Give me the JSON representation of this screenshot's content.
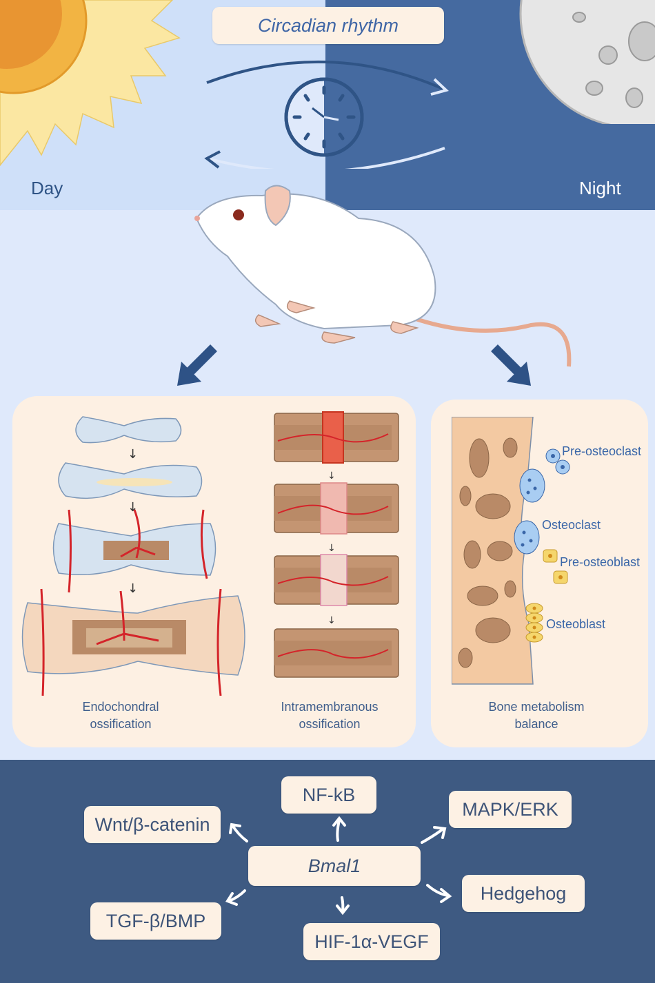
{
  "header": {
    "title": "Circadian rhythm",
    "day_label": "Day",
    "night_label": "Night"
  },
  "panels": {
    "endochondral_caption": "Endochondral\nossification",
    "intramembranous_caption": "Intramembranous\nossification",
    "metabolism_caption": "Bone metabolism\nbalance",
    "cells": [
      "Pre-osteoclast",
      "Osteoclast",
      "Pre-osteoblast",
      "Osteoblast"
    ]
  },
  "pathways": {
    "center": "Bmal1",
    "nodes": [
      "NF-kB",
      "Wnt/β-catenin",
      "MAPK/ERK",
      "Hedgehog",
      "TGF-β/BMP",
      "HIF-1α-VEGF"
    ]
  },
  "colors": {
    "day_bg": "#cfe0f9",
    "night_bg": "#456aa0",
    "panel_bg": "#fdf0e3",
    "bottom_bg": "#3e5a82",
    "vessel": "#d4242a",
    "bone": "#b98a67"
  }
}
